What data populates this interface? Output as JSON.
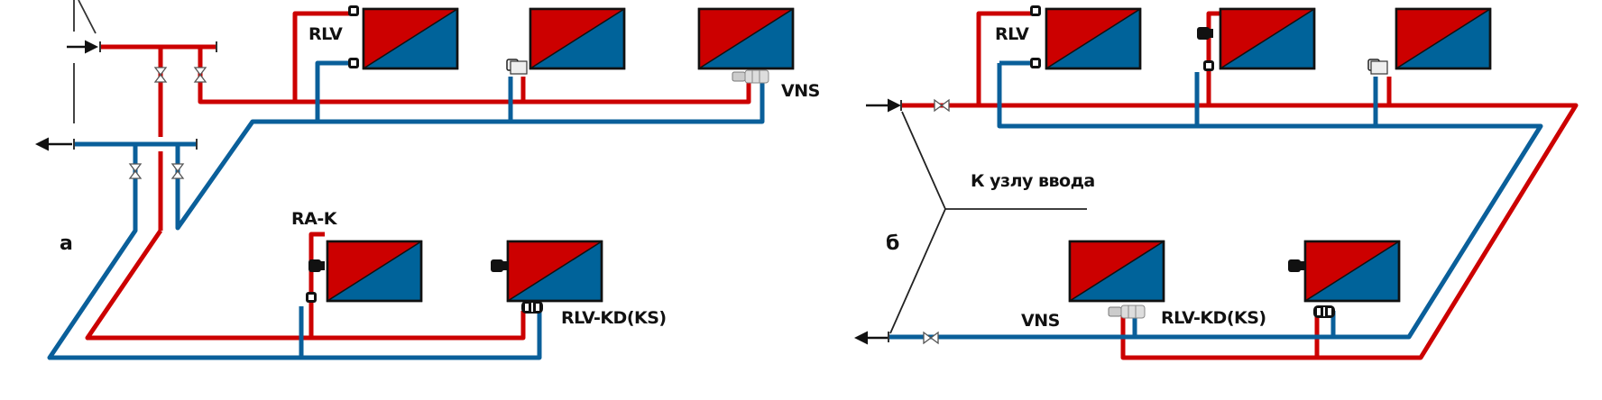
{
  "colors": {
    "supply": "#cc0000",
    "return": "#0a5f9a",
    "radiator_hot": "#cc0000",
    "radiator_cold": "#00639a",
    "outline": "#111111",
    "leader": "#222222"
  },
  "scheme_a": {
    "section_label": "а",
    "labels": {
      "rlv": "RLV",
      "vns": "VNS",
      "rak": "RA-K",
      "rlvkd": "RLV-KD(KS)"
    },
    "radiators": [
      {
        "id": "a-top-1",
        "valve": "RLV"
      },
      {
        "id": "a-top-2",
        "valve": "thermostatic-head"
      },
      {
        "id": "a-top-3",
        "valve": "VNS"
      },
      {
        "id": "a-bottom-1",
        "valve": "RA-K"
      },
      {
        "id": "a-bottom-2",
        "valve": "RLV-KD(KS)"
      }
    ]
  },
  "scheme_b": {
    "section_label": "б",
    "labels": {
      "rlv": "RLV",
      "vns": "VNS",
      "rlvkd": "RLV-KD(KS)",
      "to_inlet": "К узлу ввода"
    },
    "radiators": [
      {
        "id": "b-top-1",
        "valve": "RLV"
      },
      {
        "id": "b-top-2",
        "valve": "RA-K"
      },
      {
        "id": "b-top-3",
        "valve": "thermostatic-head"
      },
      {
        "id": "b-bottom-1",
        "valve": "VNS"
      },
      {
        "id": "b-bottom-2",
        "valve": "RLV-KD(KS)"
      }
    ]
  }
}
